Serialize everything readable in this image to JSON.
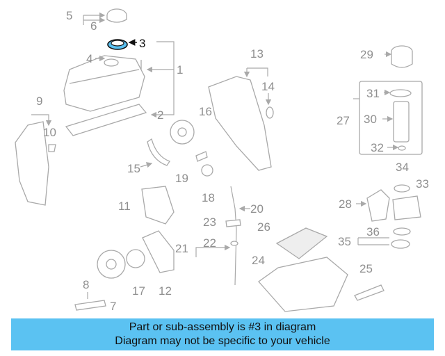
{
  "highlight": {
    "part_number": "3",
    "color": "#5bc2f2"
  },
  "parts": [
    "1",
    "2",
    "3",
    "4",
    "5",
    "6",
    "7",
    "8",
    "9",
    "10",
    "11",
    "12",
    "13",
    "14",
    "15",
    "16",
    "17",
    "18",
    "19",
    "20",
    "21",
    "22",
    "23",
    "24",
    "25",
    "26",
    "27",
    "28",
    "29",
    "30",
    "31",
    "32",
    "33",
    "34",
    "35",
    "36"
  ],
  "banner": {
    "line1": "Part or sub-assembly is #3 in diagram",
    "line2": "Diagram may not be specific to your vehicle"
  },
  "colors": {
    "label": "#8f8f8f",
    "highlight_label": "#111111",
    "banner_bg": "#5bc2f2"
  }
}
